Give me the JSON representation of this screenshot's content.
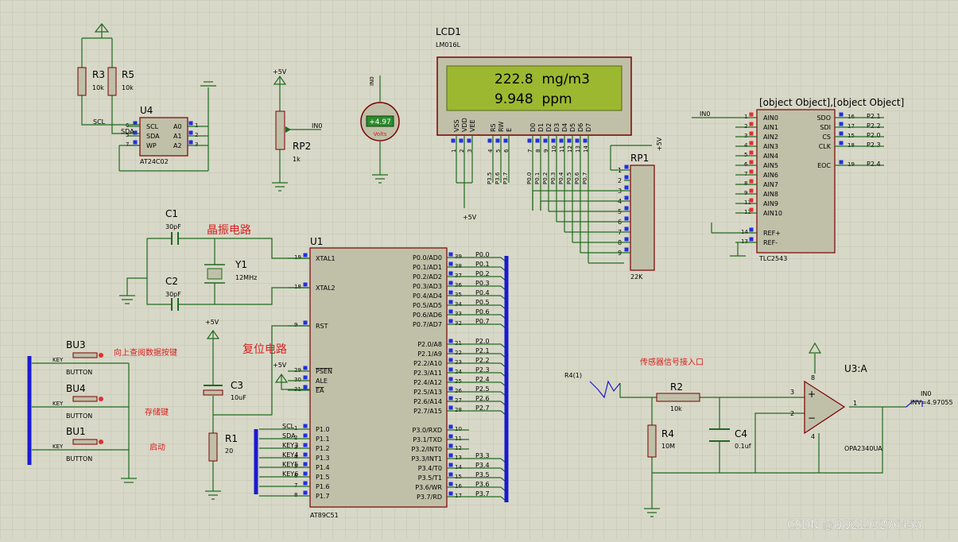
{
  "colors": {
    "background": "#d8d8c8",
    "grid": "#c4c4b2",
    "wire": "#1e6b1e",
    "body": "#c0c0a8",
    "outline": "#7a0000",
    "bus": "#1a1ad0",
    "lcd_screen": "#9cb830",
    "text": "#000000",
    "label_red": "#d82020",
    "pin_red": "#e03030",
    "pin_blue": "#2030e0"
  },
  "lcd": {
    "ref": "LCD1",
    "part": "LM016L",
    "line1": "222.8  mg/m3",
    "line2": "9.948  ppm",
    "pins": [
      {
        "name": "VSS",
        "num": "1"
      },
      {
        "name": "VDD",
        "num": "2"
      },
      {
        "name": "VEE",
        "num": "3"
      },
      {
        "name": "RS",
        "num": "4"
      },
      {
        "name": "RW",
        "num": "5"
      },
      {
        "name": "E",
        "num": "6"
      },
      {
        "name": "D0",
        "num": "7"
      },
      {
        "name": "D1",
        "num": "8"
      },
      {
        "name": "D2",
        "num": "9"
      },
      {
        "name": "D3",
        "num": "10"
      },
      {
        "name": "D4",
        "num": "11"
      },
      {
        "name": "D5",
        "num": "12"
      },
      {
        "name": "D6",
        "num": "13"
      },
      {
        "name": "D7",
        "num": "14"
      }
    ],
    "nets": [
      "P3.5",
      "P3.6",
      "P3.7",
      "P0.0",
      "P0.1",
      "P0.2",
      "P0.3",
      "P0.4",
      "P0.5",
      "P0.6",
      "P0.7"
    ],
    "supply": "+5V"
  },
  "u1": {
    "ref": "U1",
    "part": "AT89C51",
    "left": [
      {
        "num": "19",
        "name": "XTAL1"
      },
      {
        "num": "18",
        "name": "XTAL2"
      },
      {
        "num": "9",
        "name": "RST"
      },
      {
        "num": "29",
        "name": "PSEN"
      },
      {
        "num": "30",
        "name": "ALE"
      },
      {
        "num": "31",
        "name": "EA"
      },
      {
        "num": "1",
        "name": "P1.0"
      },
      {
        "num": "2",
        "name": "P1.1"
      },
      {
        "num": "3",
        "name": "P1.2"
      },
      {
        "num": "4",
        "name": "P1.3"
      },
      {
        "num": "5",
        "name": "P1.4"
      },
      {
        "num": "6",
        "name": "P1.5"
      },
      {
        "num": "7",
        "name": "P1.6"
      },
      {
        "num": "8",
        "name": "P1.7"
      }
    ],
    "right": [
      {
        "num": "39",
        "name": "P0.0/AD0",
        "net": "P0.0"
      },
      {
        "num": "38",
        "name": "P0.1/AD1",
        "net": "P0.1"
      },
      {
        "num": "37",
        "name": "P0.2/AD2",
        "net": "P0.2"
      },
      {
        "num": "36",
        "name": "P0.3/AD3",
        "net": "P0.3"
      },
      {
        "num": "35",
        "name": "P0.4/AD4",
        "net": "P0.4"
      },
      {
        "num": "34",
        "name": "P0.5/AD5",
        "net": "P0.5"
      },
      {
        "num": "33",
        "name": "P0.6/AD6",
        "net": "P0.6"
      },
      {
        "num": "32",
        "name": "P0.7/AD7",
        "net": "P0.7"
      },
      {
        "num": "21",
        "name": "P2.0/A8",
        "net": "P2.0"
      },
      {
        "num": "22",
        "name": "P2.1/A9",
        "net": "P2.1"
      },
      {
        "num": "23",
        "name": "P2.2/A10",
        "net": "P2.2"
      },
      {
        "num": "24",
        "name": "P2.3/A11",
        "net": "P2.3"
      },
      {
        "num": "25",
        "name": "P2.4/A12",
        "net": "P2.4"
      },
      {
        "num": "26",
        "name": "P2.5/A13",
        "net": "P2.5"
      },
      {
        "num": "27",
        "name": "P2.6/A14",
        "net": "P2.6"
      },
      {
        "num": "28",
        "name": "P2.7/A15",
        "net": "P2.7"
      },
      {
        "num": "10",
        "name": "P3.0/RXD",
        "net": ""
      },
      {
        "num": "11",
        "name": "P3.1/TXD",
        "net": ""
      },
      {
        "num": "12",
        "name": "P3.2/INT0",
        "net": ""
      },
      {
        "num": "13",
        "name": "P3.3/INT1",
        "net": "P3.3"
      },
      {
        "num": "14",
        "name": "P3.4/T0",
        "net": "P3.4"
      },
      {
        "num": "15",
        "name": "P3.5/T1",
        "net": "P3.5"
      },
      {
        "num": "16",
        "name": "P3.6/WR",
        "net": "P3.6"
      },
      {
        "num": "17",
        "name": "P3.7/RD",
        "net": "P3.7"
      }
    ],
    "p1_nets": [
      "SCL",
      "SDA",
      "KEY3",
      "KEY4",
      "KEY5",
      "KEY6",
      "",
      ""
    ]
  },
  "u4": {
    "ref": "U4",
    "part": "AT24C02",
    "pins": [
      {
        "num": "6",
        "name": "SCL"
      },
      {
        "num": "5",
        "name": "SDA"
      },
      {
        "num": "7",
        "name": "WP"
      }
    ],
    "addr": [
      {
        "num": "1",
        "name": "A0"
      },
      {
        "num": "2",
        "name": "A1"
      },
      {
        "num": "3",
        "name": "A2"
      }
    ],
    "nets": [
      "SCL",
      "SDA"
    ]
  },
  "r3": {
    "ref": "R3",
    "value": "10k"
  },
  "r5": {
    "ref": "R5",
    "value": "10k"
  },
  "rp2": {
    "ref": "RP2",
    "value": "1k",
    "supply": "+5V",
    "net": "IN0"
  },
  "voltmeter": {
    "reading": "+4.97",
    "unit": "Volts",
    "net": "IN0"
  },
  "u6": {
    "ref": [
      {
        "num": "14",
        "name": "REF+"
      },
      {
        "num": "13",
        "name": "REF-"
      }
    ],
    "part": "TLC2543",
    "ain": [
      {
        "num": "1",
        "name": "AIN0"
      },
      {
        "num": "2",
        "name": "AIN1"
      },
      {
        "num": "3",
        "name": "AIN2"
      },
      {
        "num": "4",
        "name": "AIN3"
      },
      {
        "num": "5",
        "name": "AIN4"
      },
      {
        "num": "6",
        "name": "AIN5"
      },
      {
        "num": "7",
        "name": "AIN6"
      },
      {
        "num": "8",
        "name": "AIN7"
      },
      {
        "num": "9",
        "name": "AIN8"
      },
      {
        "num": "11",
        "name": "AIN9"
      },
      {
        "num": "12",
        "name": "AIN10"
      }
    ],
    "right": [
      {
        "num": "16",
        "name": "SDO",
        "net": "P2.1"
      },
      {
        "num": "17",
        "name": "SDI",
        "net": "P2.2"
      },
      {
        "num": "15",
        "name": "CS",
        "net": "P2.0"
      },
      {
        "num": "18",
        "name": "CLK",
        "net": "P2.3"
      },
      {
        "num": "19",
        "name": "EOC",
        "net": "P2.4"
      }
    ],
    "in_net": "IN0"
  },
  "rp1": {
    "ref": "RP1",
    "value": "22K",
    "pins": [
      "1",
      "2",
      "3",
      "4",
      "5",
      "6",
      "7",
      "8",
      "9"
    ],
    "supply": "+5V"
  },
  "crystal": {
    "label": "晶振电路",
    "c1": {
      "ref": "C1",
      "value": "30pF"
    },
    "c2": {
      "ref": "C2",
      "value": "30pF"
    },
    "y1": {
      "ref": "Y1",
      "value": "12MHz"
    }
  },
  "reset": {
    "label": "复位电路",
    "c3": {
      "ref": "C3",
      "value": "10uF"
    },
    "r1": {
      "ref": "R1",
      "value": "20"
    },
    "supply": "+5V"
  },
  "ea_supply": "+5V",
  "buttons": [
    {
      "ref": "BU3",
      "type": "BUTTON",
      "net": "KEY",
      "label": "向上查阅数据按键"
    },
    {
      "ref": "BU4",
      "type": "BUTTON",
      "net": "KEY",
      "label": "存储键"
    },
    {
      "ref": "BU1",
      "type": "BUTTON",
      "net": "KEY",
      "label": "启动"
    }
  ],
  "sensor": {
    "label": "传感器信号接入口",
    "source": "R4(1)",
    "r2": {
      "ref": "R2",
      "value": "10k"
    },
    "r4": {
      "ref": "R4",
      "value": "10M"
    },
    "c4": {
      "ref": "C4",
      "value": "0.1uf"
    },
    "u3": {
      "ref": "U3:A",
      "part": "OPA2340UA",
      "pins": [
        "3",
        "2",
        "1",
        "8",
        "4"
      ]
    },
    "out_net": "IN0",
    "out_value": "INV=4.97055"
  },
  "watermark": "CSDN @QQ2193276455"
}
